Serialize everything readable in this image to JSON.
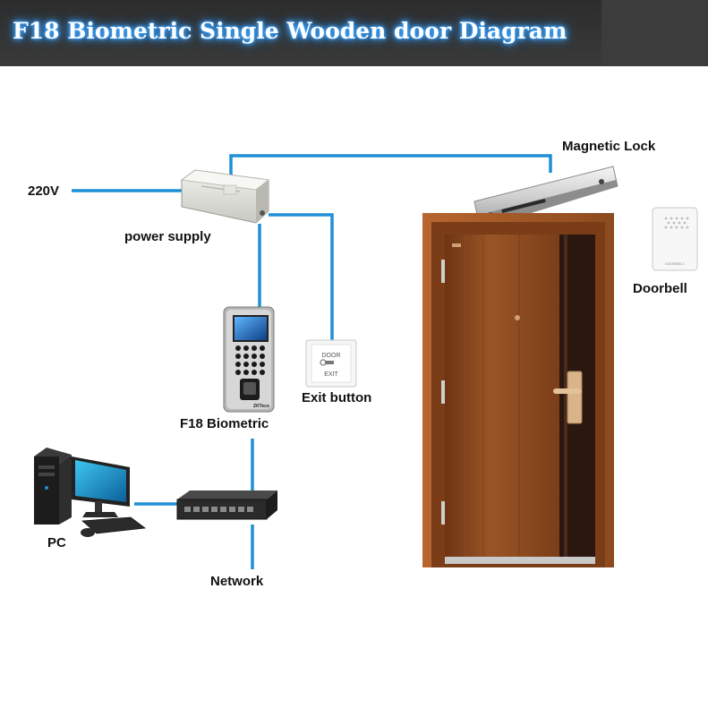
{
  "title": "F18 Biometric Single Wooden door Diagram",
  "labels": {
    "power_in": "220V",
    "power_supply": "power supply",
    "magnetic_lock": "Magnetic Lock",
    "doorbell": "Doorbell",
    "exit_button": "Exit button",
    "f18_biometric": "F18 Biometric",
    "pc": "PC",
    "network": "Network"
  },
  "device_text": {
    "exit_button_line1": "DOOR",
    "exit_button_line2": "EXIT",
    "terminal_brand": "ZKTeco",
    "doorbell_text": "DOORBELL"
  },
  "colors": {
    "wire": "#1f8fd6",
    "header_bg": "#3c3c3c",
    "title_glow": "#3fa7ff",
    "door_wood": "#8a4a1e",
    "door_frame": "#a0582a",
    "door_dark_panel": "#2a1710"
  }
}
